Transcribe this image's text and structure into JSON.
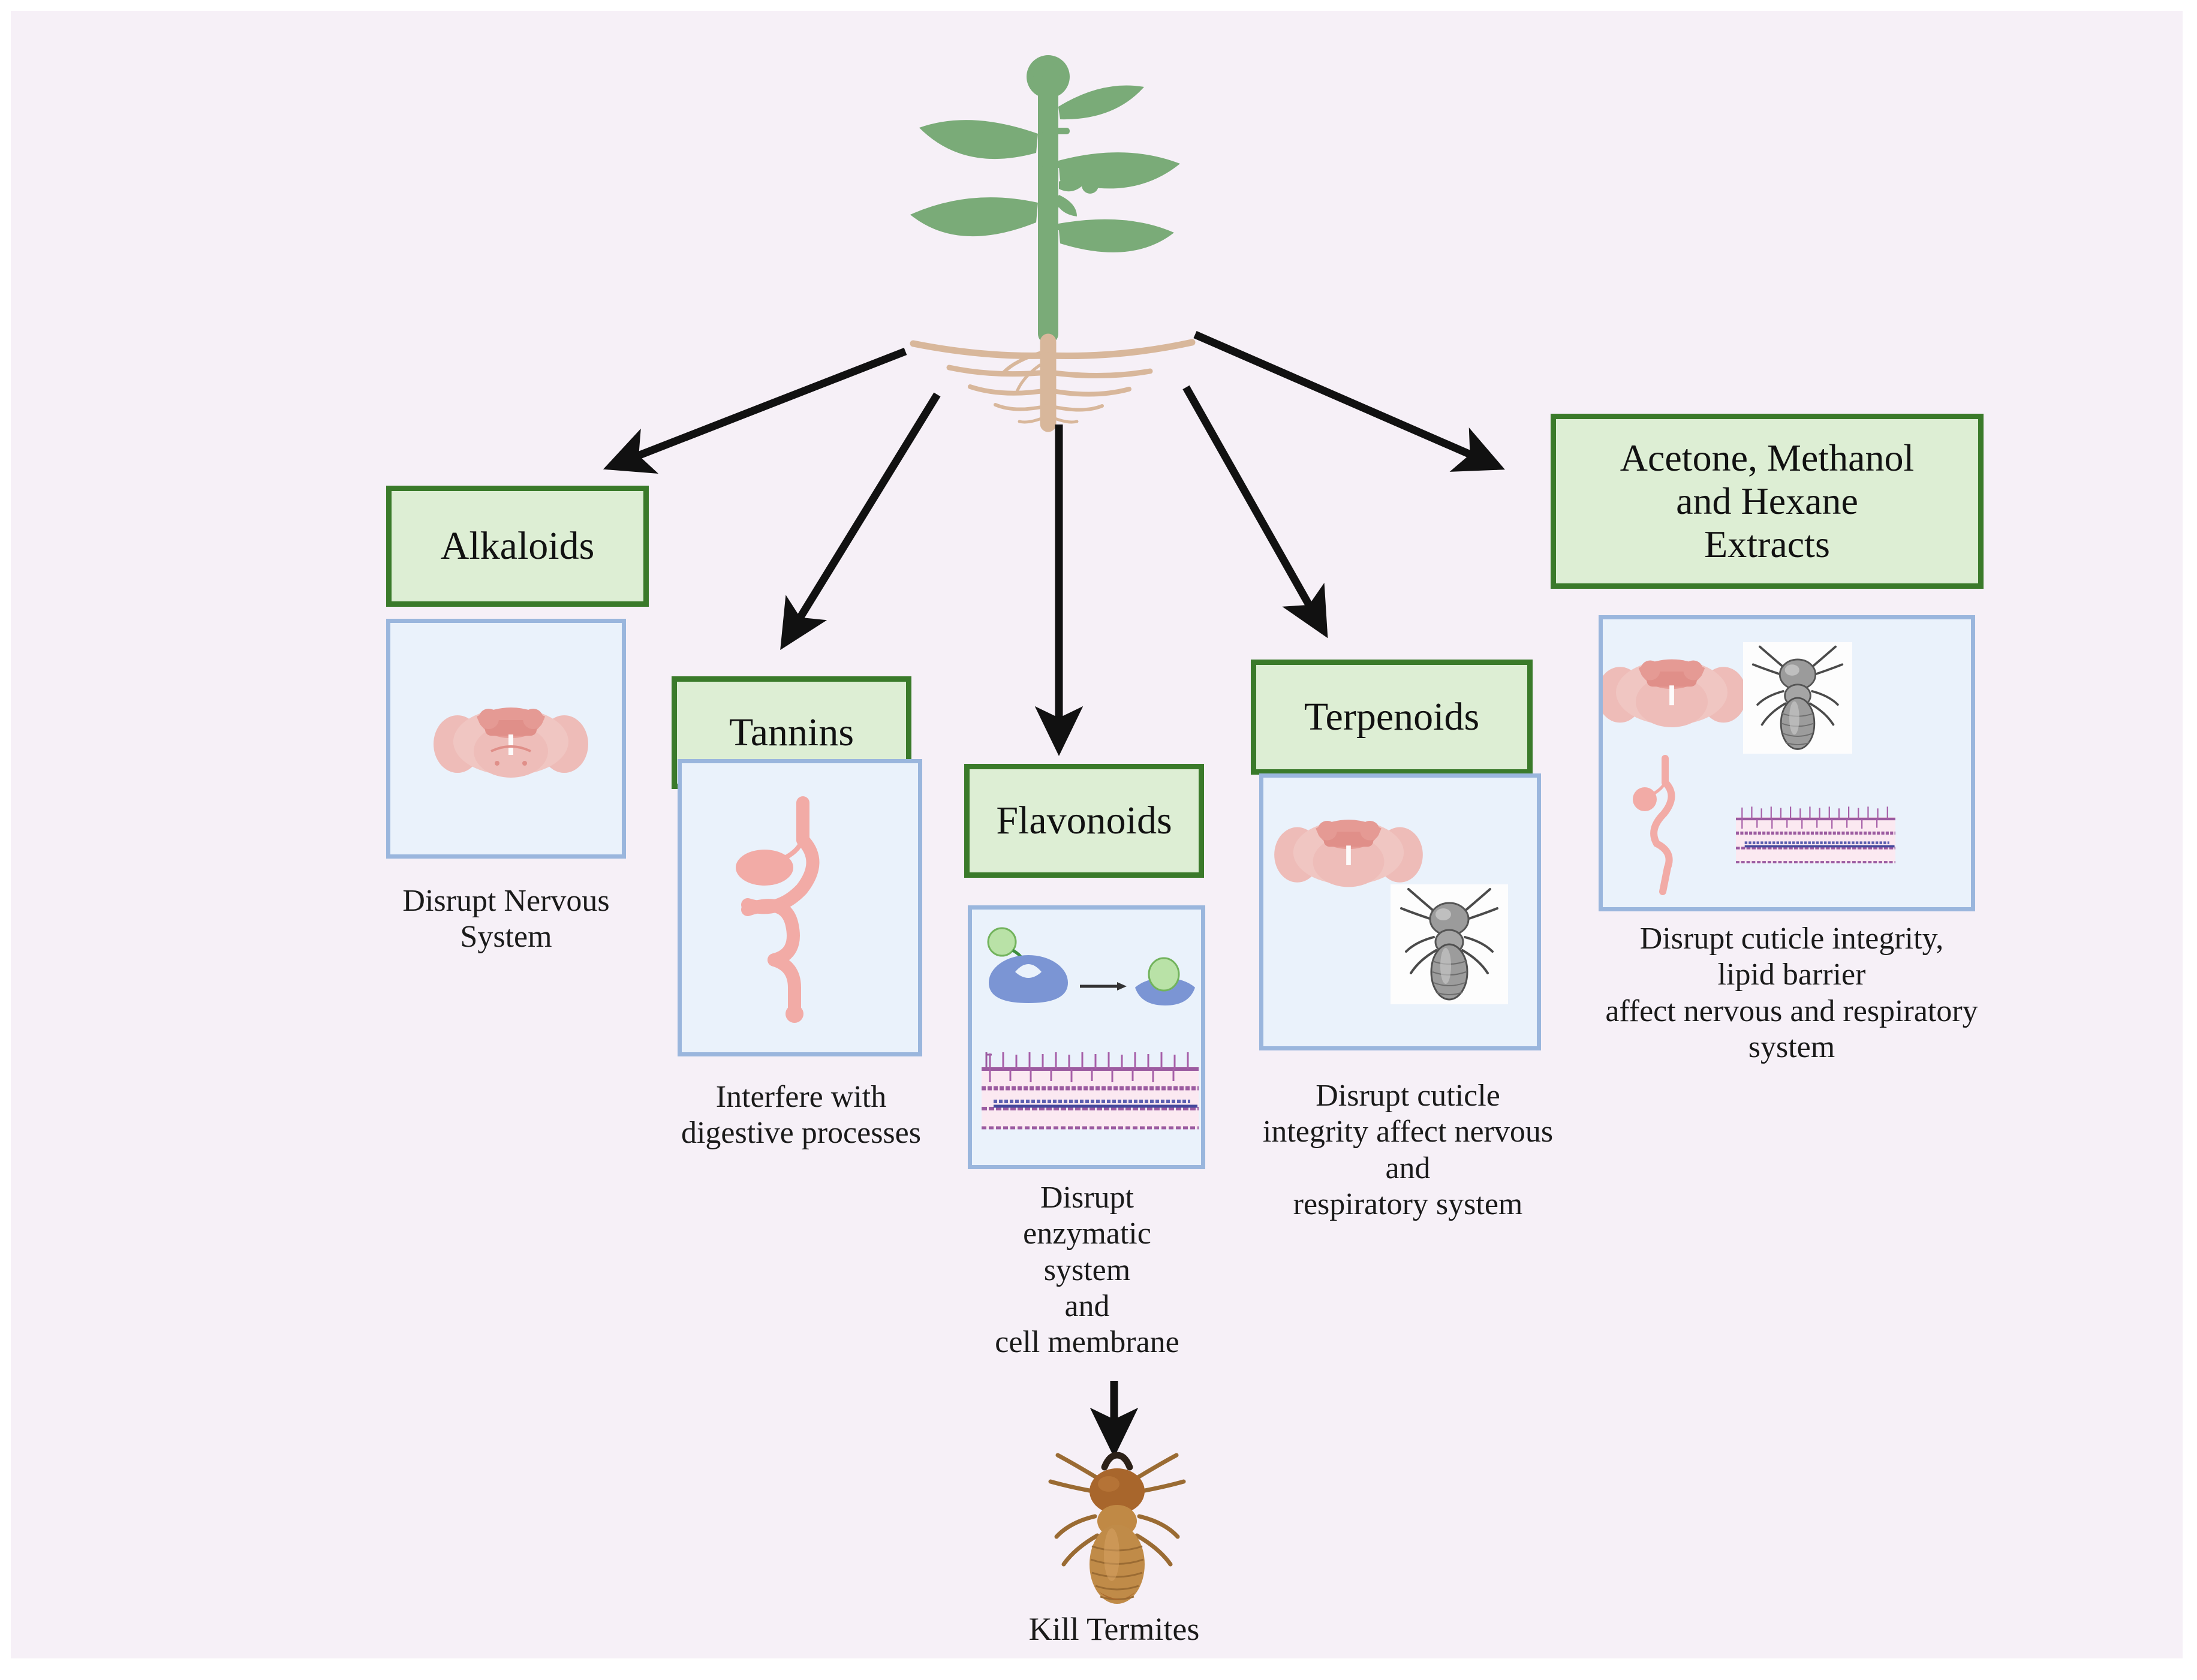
{
  "diagram": {
    "title_source": "plant-derived termiticidal mechanism flowchart",
    "background_color": "#f6f0f7",
    "box_fill": "#ddeed4",
    "box_border": "#3a7a2a",
    "panel_fill": "#eaf2fb",
    "panel_border": "#9ab6dd",
    "arrow_color": "#111111"
  },
  "source_node": {
    "name": "plant",
    "icon": "plant-with-roots-icon",
    "leaf_color": "#7aab78",
    "root_color": "#d8b79b"
  },
  "branches": [
    {
      "id": "alkaloids",
      "label": "Alkaloids",
      "caption": "Disrupt Nervous\nSystem",
      "icons": [
        "insect-brain-icon"
      ]
    },
    {
      "id": "tannins",
      "label": "Tannins",
      "caption": "Interfere with\ndigestive processes",
      "icons": [
        "digestive-tract-icon"
      ]
    },
    {
      "id": "flavonoids",
      "label": "Flavonoids",
      "caption": "Disrupt\nenzymatic\nsystem\nand\ncell membrane",
      "icons": [
        "enzyme-substrate-icon",
        "lipid-bilayer-icon"
      ]
    },
    {
      "id": "terpenoids",
      "label": "Terpenoids",
      "caption": "Disrupt cuticle\nintegrity affect nervous\nand\nrespiratory system",
      "icons": [
        "insect-brain-icon",
        "termite-grey-icon"
      ]
    },
    {
      "id": "extracts",
      "label": "Acetone, Methanol\nand Hexane\nExtracts",
      "caption": "Disrupt cuticle integrity,\nlipid barrier\naffect nervous and respiratory\nsystem",
      "icons": [
        "insect-brain-icon",
        "digestive-tract-icon",
        "termite-grey-icon",
        "lipid-bilayer-icon"
      ]
    }
  ],
  "outcome": {
    "label": "Kill Termites",
    "icon": "termite-brown-icon"
  }
}
